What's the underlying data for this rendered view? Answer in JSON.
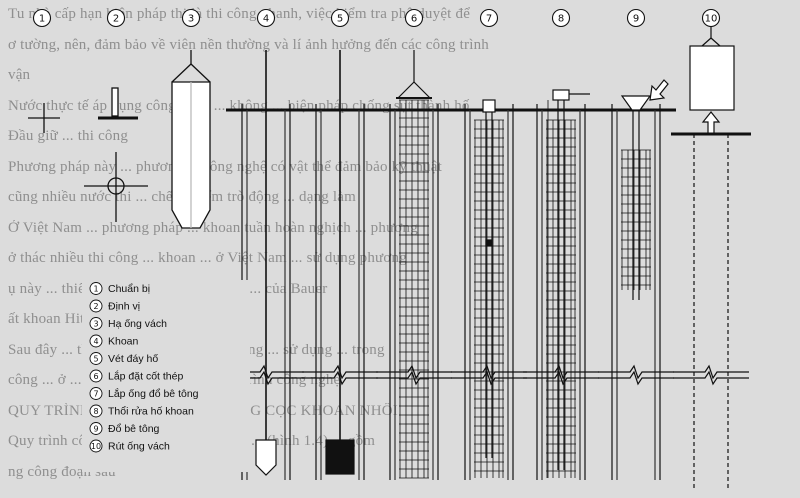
{
  "steps": [
    {
      "n": "1",
      "label": "Chuẩn bị"
    },
    {
      "n": "2",
      "label": "Định vị"
    },
    {
      "n": "3",
      "label": "Hạ ống vách"
    },
    {
      "n": "4",
      "label": "Khoan"
    },
    {
      "n": "5",
      "label": "Vét đáy hố"
    },
    {
      "n": "6",
      "label": "Lắp đặt cốt thép"
    },
    {
      "n": "7",
      "label": "Lắp ống đổ bê tông"
    },
    {
      "n": "8",
      "label": "Thổi rửa hố khoan"
    },
    {
      "n": "9",
      "label": "Đổ bê tông"
    },
    {
      "n": "10",
      "label": "Rút ống vách"
    }
  ],
  "background_text": [
    "Tu nhà cấp hạn biện pháp thi là thi công nhanh, việc kiểm tra phê duyệt để",
    "ơ tường, nên, đảm bảo về viên nền thường và lí ảnh hưởng đến các công trình",
    "vận",
    "Nước thực tế áp dụng công nghệ ... không ... biện pháp chống sụt thành hố",
    "Đầu giữ ... thi công",
    "Phương pháp này ... phương ... công nghệ có vật thể đảm bảo kỹ thuật",
    "cũng nhiều nước thi ... chế ... kiểm trò động ... dạng làm",
    "Ở Việt Nam ... phương pháp ... khoan tuần hoàn nghịch ... phương",
    "ở thác nhiều thi công ... khoan ... ở Việt Nam ... sử dụng phương",
    "ụ này ... thiết ... của ... (Bauer) ... Liên ... của Bauer",
    "ất khoan Hitachi",
    "Sau đây ... thi công khoan ... hệ nêu công ... sử dụng ... trong",
    "công ... ở ... cáo tường ... lệ ... cảm ... trình công nghệ",
    "QUY TRÌNH CÔNG NGHỆ THI CÔNG CỌC KHOAN NHỒI",
    "Quy trình công nghệ thi công ... khoan ... (hình 1.4) ... gồm",
    "ng công đoạn sau"
  ]
}
